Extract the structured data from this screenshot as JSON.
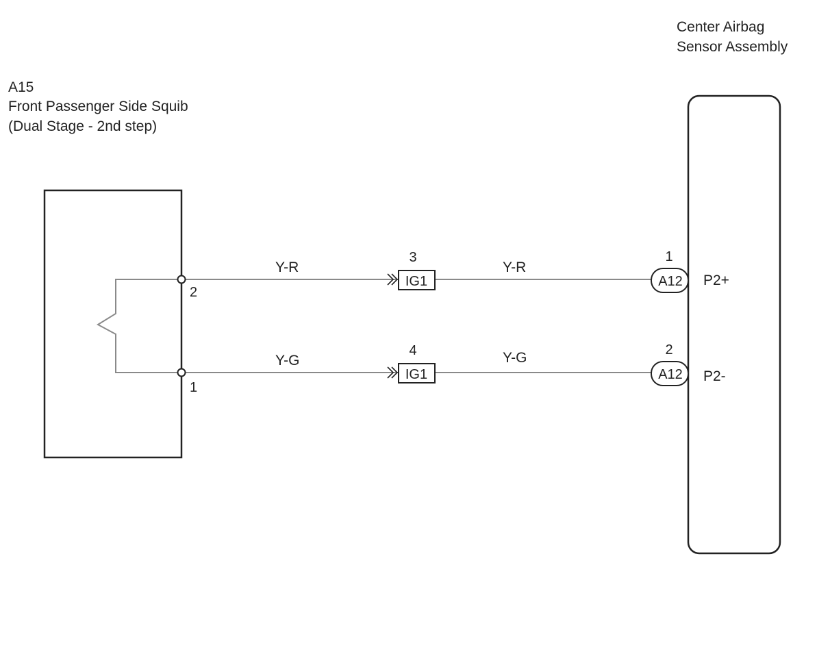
{
  "squib": {
    "code": "A15",
    "name": "Front Passenger Side Squib",
    "subtitle": "(Dual Stage - 2nd step)",
    "pin_top": "2",
    "pin_bottom": "1"
  },
  "sensor": {
    "title_line1": "Center Airbag",
    "title_line2": "Sensor Assembly"
  },
  "wires": [
    {
      "color_left": "Y-R",
      "color_right": "Y-R",
      "junction_pin": "3",
      "junction_label": "IG1",
      "ecu_pin": "1",
      "ecu_connector": "A12",
      "terminal": "P2+"
    },
    {
      "color_left": "Y-G",
      "color_right": "Y-G",
      "junction_pin": "4",
      "junction_label": "IG1",
      "ecu_pin": "2",
      "ecu_connector": "A12",
      "terminal": "P2-"
    }
  ]
}
